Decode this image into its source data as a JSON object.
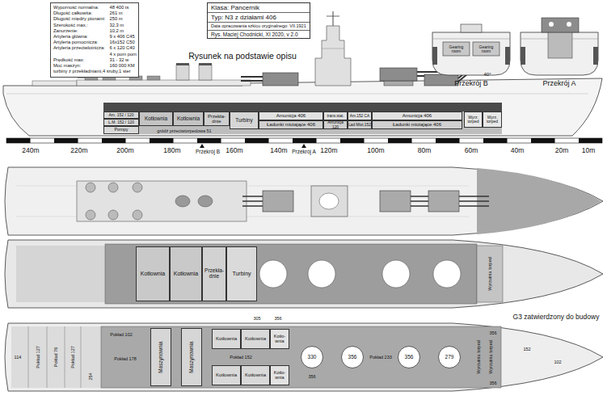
{
  "diagram": {
    "nodes": [
      {
        "text": [
          "Wyporność normalna:",
          "48 400 ts",
          "Długość całkowita:",
          "261 m",
          "Długość między pionami:",
          "250 m",
          "Szerokość max.:",
          "32,3 m",
          "Zanurzenie:",
          "10,2 m",
          "Artyleria główna:",
          "9 x 406 C45",
          "Artyleria pomocnicza:",
          "16x152 C50",
          "Artyleria przeciwlotnicza:",
          "6 x 120 C40",
          "4 x pom pom",
          "Prędkość max:",
          "31 - 32 w",
          "Moc maszyn:",
          "160 000 KM",
          "turbiny z przekładniami,4 śruby,1 ster"
        ]
      },
      {
        "text": [
          "Klasa: Pancernik",
          "Typ: N3 z działami 406",
          "Data opracowania szkicu oryginalnego: VII.1921",
          "Rys. Maciej Chodnicki, XI 2020, v 2.0"
        ]
      },
      {
        "text": [
          "Am. 152 / 120"
        ]
      },
      {
        "text": [
          "L.M. 152 / 120"
        ]
      },
      {
        "text": [
          "Pompy"
        ]
      },
      {
        "text": [
          "Kotłownia"
        ]
      },
      {
        "text": [
          "Kotłownia"
        ]
      },
      {
        "text": [
          "Przekła- dnie"
        ]
      },
      {
        "text": [
          "Turbiny"
        ]
      },
      {
        "text": [
          "Amunicja 406"
        ]
      },
      {
        "text": [
          "Ładunki miotające 406"
        ]
      },
      {
        "text": [
          "trans.stat."
        ]
      },
      {
        "text": [
          "Am.152 CA"
        ]
      },
      {
        "text": [
          "Amunicja 120"
        ]
      },
      {
        "text": [
          "Lad Miot.152"
        ]
      },
      {
        "text": [
          "Amunicja 406"
        ]
      },
      {
        "text": [
          "Ładunki miotające 406"
        ]
      },
      {
        "text": [
          "Wyrz. torped"
        ]
      },
      {
        "text": [
          "Wyrz. torped"
        ]
      },
      {
        "text": [
          "Kotłownia"
        ]
      },
      {
        "text": [
          "Kotłownia"
        ]
      },
      {
        "text": [
          "Przekła- dnie"
        ]
      },
      {
        "text": [
          "Turbiny"
        ]
      },
      {
        "text": [
          "Maszynownia"
        ]
      },
      {
        "text": [
          "Maszynownia"
        ]
      },
      {
        "text": [
          "Kotłownia"
        ]
      },
      {
        "text": [
          "Kotłownia"
        ]
      },
      {
        "text": [
          "Kotłownia"
        ]
      },
      {
        "text": [
          "Kotłownia"
        ]
      },
      {
        "text": [
          "Kotło- wnia"
        ]
      },
      {
        "text": [
          "Kotło- wnia"
        ]
      },
      {
        "text": [
          "330"
        ]
      },
      {
        "text": [
          "356"
        ]
      },
      {
        "text": [
          "356"
        ]
      },
      {
        "text": [
          "279"
        ]
      }
    ],
    "labels": [
      "Rysunek na podstawie opisu",
      "Przekrój B",
      "Przekrój A",
      "Gearing room",
      "Gearing room",
      "40°",
      "gródź przeciwtorpedowa 51",
      "240m",
      "220m",
      "200m",
      "180m",
      "160m",
      "140m",
      "120m",
      "100m",
      "80m",
      "60m",
      "40m",
      "20m",
      "10m",
      "Przekrój B",
      "Przekrój A",
      "Wyrzutnia torped",
      "G3 zatwierdzony do budowy",
      "Pokład 102",
      "Pokład 178",
      "Pokład 127",
      "Pokład 76",
      "Pokład 127",
      "114",
      "254",
      "Pokład 152",
      "305",
      "356",
      "Pokład 233",
      "356",
      "356",
      "152",
      "102",
      "Wyrzutnia torped",
      "Wyrzutnia torped",
      "356"
    ]
  }
}
